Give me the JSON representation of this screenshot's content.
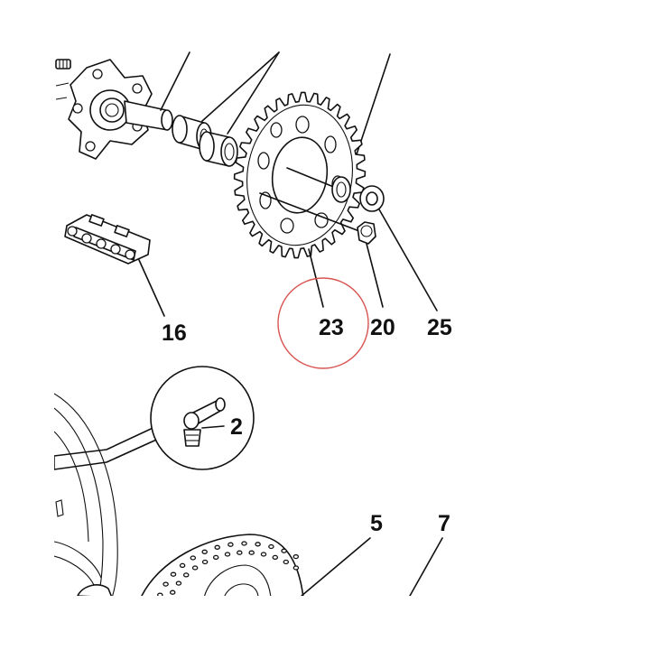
{
  "callouts": {
    "c16": "16",
    "c23": "23",
    "c20": "20",
    "c25": "25",
    "c2": "2",
    "c5": "5",
    "c7": "7"
  },
  "colors": {
    "line": "#111111",
    "highlight_circle": "#d9534f",
    "background": "#ffffff"
  },
  "highlight": {
    "callout": "23",
    "shape": "circle"
  }
}
